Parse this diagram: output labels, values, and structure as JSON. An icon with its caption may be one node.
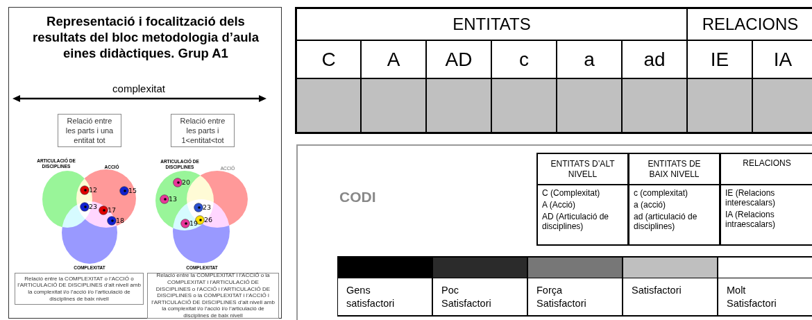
{
  "diagram": {
    "title": "Representació i focalització dels resultats del bloc metodologia d’aula eines didàctiques. Grup A1",
    "nodes": [
      {
        "text": [],
        "shape": "box"
      },
      {
        "text": [
          "Relació entre les parts i una entitat tot"
        ],
        "in": 0
      },
      {
        "text": [
          "Relació entre les parts i 1<entitat<tot"
        ],
        "in": 0
      },
      {
        "text": [
          "Relació entre la COMPLEXITAT o l’ACCIÓ o l’ARTICULACIÓ DE DISCIPLINES d’alt nivell amb la complexitat i/o l’acció i/o l’articulació de disciplines de baix nivell"
        ],
        "in": 0
      },
      {
        "text": [
          "Relació entre la COMPLEXITAT i l’ACCIÓ o la COMPLEXITAT i l’ARTICULACIÓ DE DISCIPLINES o l’ACCIÓ i l’ARTICULACIÓ DE DISCIPLINES o la COMPLEXITAT i l’ACCIÓ i l’ARTICULACIÓ DE DISCIPLINES d’alt nivell amb la complexitat i/o l’acció i/o l’articulació de disciplines de baix nivell"
        ],
        "in": 0
      },
      {
        "text": [
          "CODI"
        ]
      },
      {
        "text": [
          "ARTICULACIÓ DE DISCIPLINES"
        ],
        "in": 0
      },
      {
        "text": [
          "ACCIÓ"
        ],
        "in": 0
      },
      {
        "text": [
          "COMPLEXITAT"
        ],
        "in": 0
      },
      {
        "text": [
          "ARTICULACIÓ DE DISCIPLINES"
        ],
        "in": 0
      },
      {
        "text": [
          "ACCIÓ"
        ],
        "in": 0
      },
      {
        "text": [
          "COMPLEXITAT"
        ],
        "in": 0
      }
    ],
    "labels": [
      "complexitat",
      "12",
      "15",
      "23",
      "17",
      "18",
      "20",
      "13",
      "23",
      "26",
      "19",
      "ENTITATS",
      "RELACIONS",
      "C",
      "A",
      "AD",
      "c",
      "a",
      "ad",
      "IE",
      "IA",
      "ENTITATS D’ALT NIVELL",
      "ENTITATS DE BAIX NIVELL",
      "RELACIONS",
      "C (Complexitat)",
      "A (Acció)",
      "AD (Articulació de disciplines)",
      "c (complexitat)",
      "a (acció)",
      "ad (articulació de disciplines)",
      "IE (Relacions interescalars)",
      "IA (Relacions intraescalars)"
    ],
    "legend": [
      {
        "text": "Gens satisfactori",
        "color": "#000000"
      },
      {
        "text": "Poc Satisfactori",
        "color": "#2b2b2b"
      },
      {
        "text": "Força Satisfactori",
        "color": "#777777"
      },
      {
        "text": "Satisfactori",
        "color": "#bfbfbf"
      },
      {
        "text": "Molt Satisfactori",
        "color": "#ffffff"
      }
    ]
  }
}
